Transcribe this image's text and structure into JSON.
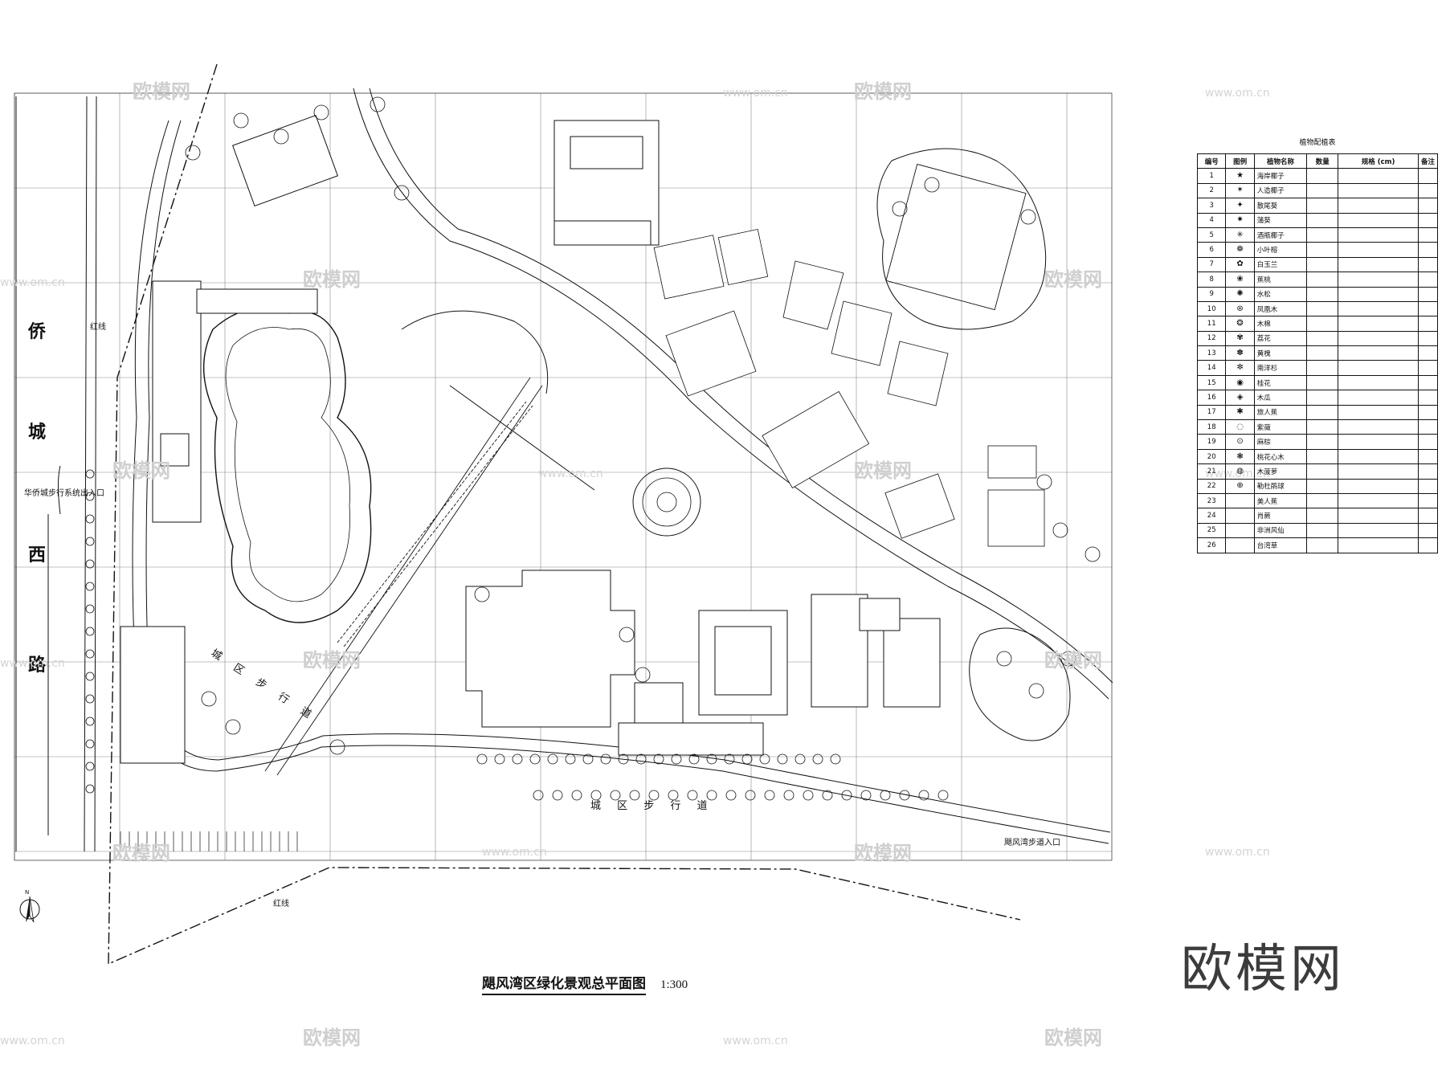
{
  "drawing": {
    "title": "飓风湾区绿化景观总平面图",
    "scale": "1:300",
    "brand": "欧模网"
  },
  "watermarks": {
    "logo": "欧模网",
    "url": "www.om.cn"
  },
  "map_labels": {
    "road_west": [
      "侨",
      "城",
      "西",
      "路"
    ],
    "walkway_south": "城 区 步 行 道",
    "walkway_diagonal": "城 区 步 行 道",
    "entrance_west": "华侨城步行系统出入口",
    "entrance_southeast": "飓风湾步道入口",
    "redline_west": "红线",
    "redline_south": "红线",
    "north": "N"
  },
  "legend": {
    "title": "植物配植表",
    "columns": [
      "编号",
      "图例",
      "植物名称",
      "数量",
      "规格 (cm)",
      "备注"
    ],
    "rows": [
      {
        "no": "1",
        "symbol": "★",
        "name": "海岸椰子"
      },
      {
        "no": "2",
        "symbol": "✶",
        "name": "人造椰子"
      },
      {
        "no": "3",
        "symbol": "✦",
        "name": "散尾葵"
      },
      {
        "no": "4",
        "symbol": "✷",
        "name": "蒲葵"
      },
      {
        "no": "5",
        "symbol": "✳",
        "name": "酒瓶椰子"
      },
      {
        "no": "6",
        "symbol": "❁",
        "name": "小叶榕"
      },
      {
        "no": "7",
        "symbol": "✿",
        "name": "白玉兰"
      },
      {
        "no": "8",
        "symbol": "❀",
        "name": "蕉桃"
      },
      {
        "no": "9",
        "symbol": "✺",
        "name": "水松"
      },
      {
        "no": "10",
        "symbol": "⊛",
        "name": "凤凰木"
      },
      {
        "no": "11",
        "symbol": "❂",
        "name": "木棉"
      },
      {
        "no": "12",
        "symbol": "✾",
        "name": "荔花"
      },
      {
        "no": "13",
        "symbol": "✽",
        "name": "黄槐"
      },
      {
        "no": "14",
        "symbol": "✼",
        "name": "南洋杉"
      },
      {
        "no": "15",
        "symbol": "◉",
        "name": "桂花"
      },
      {
        "no": "16",
        "symbol": "◈",
        "name": "木瓜"
      },
      {
        "no": "17",
        "symbol": "✱",
        "name": "旅人蕉"
      },
      {
        "no": "18",
        "symbol": "◌",
        "name": "紫薇"
      },
      {
        "no": "19",
        "symbol": "⊙",
        "name": "麻棕"
      },
      {
        "no": "20",
        "symbol": "❃",
        "name": "桃花心木"
      },
      {
        "no": "21",
        "symbol": "◍",
        "name": "木菠萝"
      },
      {
        "no": "22",
        "symbol": "⊕",
        "name": "勒杜鹃球"
      },
      {
        "no": "23",
        "symbol": "",
        "name": "美人蕉"
      },
      {
        "no": "24",
        "symbol": "",
        "name": "肖蕨"
      },
      {
        "no": "25",
        "symbol": "",
        "name": "非洲风仙"
      },
      {
        "no": "26",
        "symbol": "",
        "name": "台湾草"
      }
    ]
  }
}
